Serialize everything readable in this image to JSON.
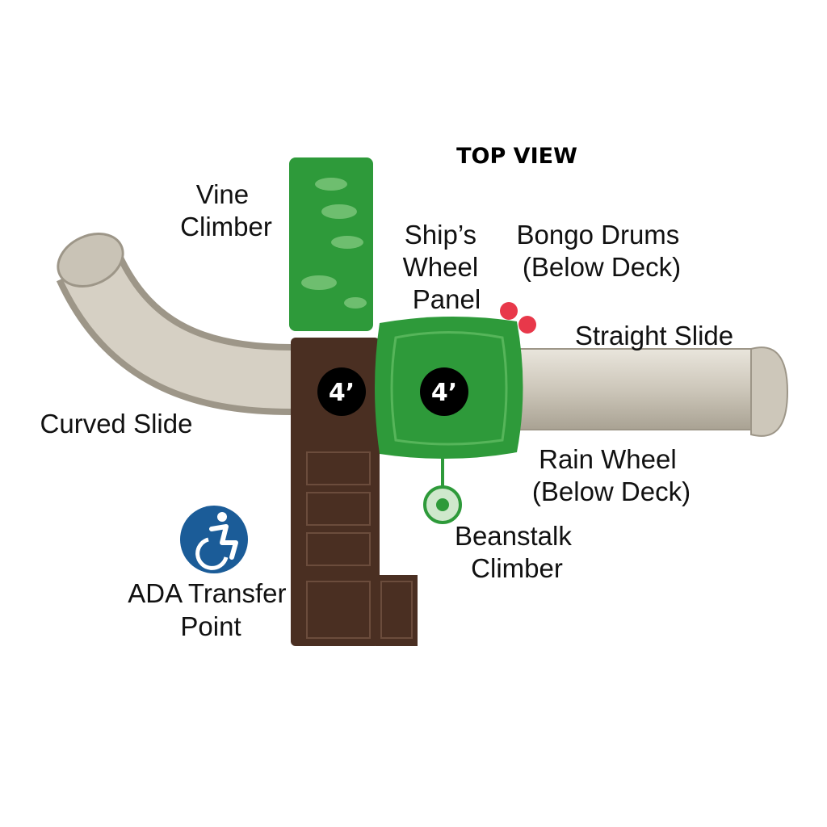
{
  "title": "TOP VIEW",
  "labels": {
    "vine_climber": [
      "Vine",
      "Climber"
    ],
    "ships_wheel": [
      "Ship’s",
      "Wheel",
      "Panel"
    ],
    "bongo_drums": [
      "Bongo Drums",
      "(Below Deck)"
    ],
    "straight_slide": "Straight Slide",
    "curved_slide": "Curved Slide",
    "rain_wheel": [
      "Rain Wheel",
      "(Below Deck)"
    ],
    "beanstalk": [
      "Beanstalk",
      "Climber"
    ],
    "ada": [
      "ADA Transfer",
      "Point"
    ]
  },
  "deck_heights": [
    "4’",
    "4’"
  ],
  "colors": {
    "green": "#2e9a3a",
    "brown": "#4a2f22",
    "slide": "#cfc9bd",
    "ada_blue": "#1b5c98",
    "drum_red": "#e8384a"
  }
}
